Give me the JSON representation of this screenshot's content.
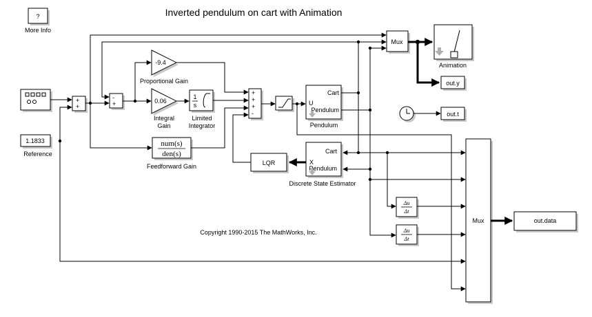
{
  "diagram": {
    "title": "Inverted pendulum on cart with Animation",
    "copyright": "Copyright 1990-2015 The MathWorks, Inc."
  },
  "blocks": {
    "more_info": {
      "glyph": "?",
      "label": "More Info"
    },
    "reference": {
      "value": "1.1833",
      "label": "Reference"
    },
    "sum1": {
      "signs": [
        "+",
        "+"
      ]
    },
    "sum2": {
      "signs": [
        "-",
        "+"
      ]
    },
    "proportional_gain": {
      "value": "-9.4",
      "label": "Proportional Gain"
    },
    "integral_gain": {
      "value": "0.06",
      "label_line1": "Integral",
      "label_line2": "Gain"
    },
    "limited_integrator": {
      "num": "1",
      "den": "s",
      "label_line1": "Limited",
      "label_line2": "Integrator"
    },
    "feedforward_gain": {
      "num": "num(s)",
      "den": "den(s)",
      "label": "Feedforward Gain"
    },
    "sum4": {
      "signs": [
        "+",
        "+",
        "+",
        "-"
      ]
    },
    "pendulum": {
      "port_in": "U",
      "port_cart": "Cart",
      "port_pend": "Pendulum",
      "label": "Pendulum"
    },
    "lqr": {
      "label": "LQR"
    },
    "estimator": {
      "port_in": "X",
      "port_cart": "Cart",
      "port_pend": "Pendulum",
      "label": "Discrete State Estimator"
    },
    "mux_top": {
      "label": "Mux"
    },
    "animation": {
      "label": "Animation"
    },
    "out_y": {
      "label": "out.y"
    },
    "out_t": {
      "label": "out.t"
    },
    "mux_big": {
      "label": "Mux"
    },
    "out_data": {
      "label": "out.data"
    },
    "derivative1": {
      "num": "Δu",
      "den": "Δt"
    },
    "derivative2": {
      "num": "Δu",
      "den": "Δt"
    }
  },
  "colors": {
    "line": "#000000",
    "shadow": "#c8c8c8",
    "background": "#ffffff"
  }
}
